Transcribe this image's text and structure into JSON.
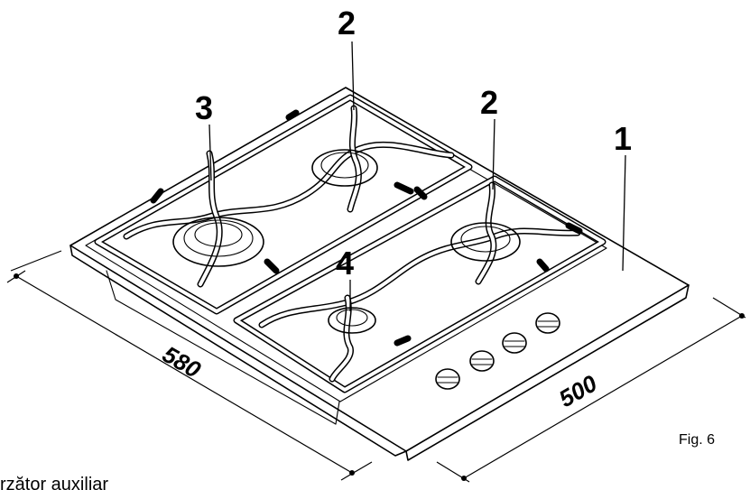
{
  "callouts": {
    "top_back": "2",
    "left_back": "3",
    "right": "2",
    "body": "1",
    "front": "4"
  },
  "dimensions": {
    "width": "580",
    "depth": "500"
  },
  "figure_label": "Fig. 6",
  "caption": "rzător auxiliar"
}
